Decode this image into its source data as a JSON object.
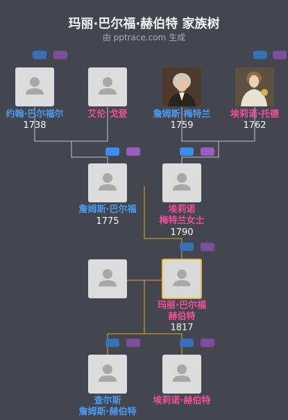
{
  "header": {
    "title": "玛丽·巴尔福·赫伯特 家族树",
    "subtitle": "由 pptrace.com 生成"
  },
  "colors": {
    "male": "#4a9af0",
    "female": "#ef4f9b",
    "line_gray": "#c8c8c8",
    "line_gold": "#e0a832",
    "selected_border": "#e9b949"
  },
  "people": {
    "john": {
      "name": "约翰·巴尔福尔",
      "year": "1738",
      "icon": "person-placeholder-icon"
    },
    "ellen": {
      "name": "艾伦·戈登",
      "year": "",
      "icon": "person-placeholder-icon"
    },
    "james_m": {
      "name": "詹姆斯·梅特兰",
      "year": "1759",
      "icon": "portrait-photo"
    },
    "eleanor": {
      "name": "埃莉诺·托德",
      "year": "1762",
      "icon": "portrait-photo"
    },
    "james_b": {
      "name": "詹姆斯·巴尔福",
      "year": "1775",
      "icon": "person-placeholder-icon"
    },
    "eleanor_m_1": "埃莉诺",
    "eleanor_m_2": "梅特兰女士",
    "eleanor_m_year": "1790",
    "spouse": {
      "name": "",
      "icon": "person-placeholder-icon"
    },
    "mary_1": "玛丽·巴尔福",
    "mary_2": "赫伯特",
    "mary_year": "1817",
    "charles_1": "查尔斯",
    "charles_2": "詹姆斯·赫伯特",
    "eleanor_h": {
      "name": "埃莉诺·赫伯特",
      "year": ""
    }
  }
}
